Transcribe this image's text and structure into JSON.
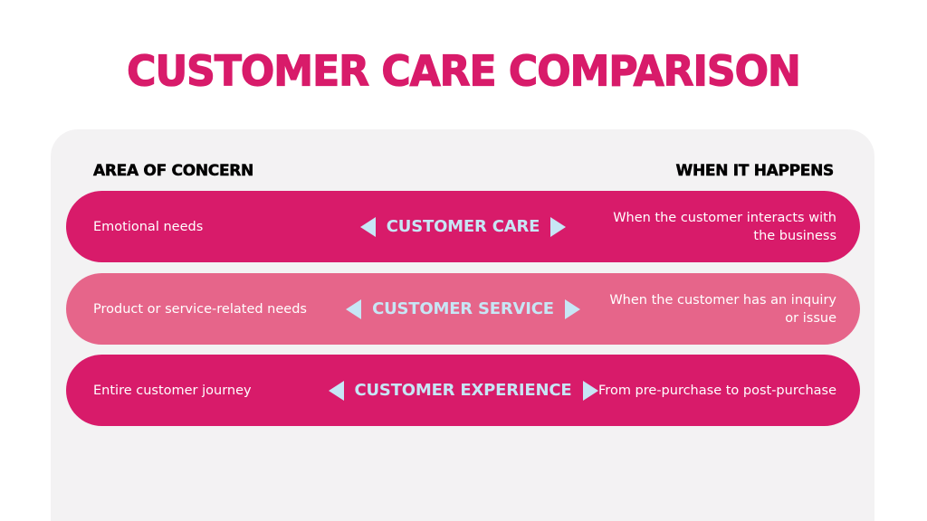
{
  "title": "CUSTOMER CARE COMPARISON",
  "colors": {
    "accent": "#D81B6A",
    "accent_light": "#E6658A",
    "panel_bg": "#F3F2F3",
    "center_label": "#C7E6F5",
    "text_on_row": "#FFFFFF",
    "heading": "#000000"
  },
  "columns": {
    "left_heading": "AREA OF CONCERN",
    "right_heading": "WHEN IT HAPPENS"
  },
  "rows": [
    {
      "concern": "Emotional needs",
      "label": "CUSTOMER CARE",
      "when": "When the customer interacts with the business",
      "color": "#D81B6A",
      "arrows": [
        "triangle-left-icon",
        "triangle-right-icon"
      ]
    },
    {
      "concern": "Product or service-related needs",
      "label": "CUSTOMER SERVICE",
      "when": "When the customer has an inquiry or issue",
      "color": "#E6658A",
      "arrows": [
        "triangle-left-icon",
        "triangle-right-icon"
      ]
    },
    {
      "concern": "Entire customer journey",
      "label": "CUSTOMER EXPERIENCE",
      "when": "From pre-purchase to post-purchase",
      "color": "#D81B6A",
      "arrows": [
        "triangle-left-icon",
        "triangle-right-icon"
      ]
    }
  ]
}
